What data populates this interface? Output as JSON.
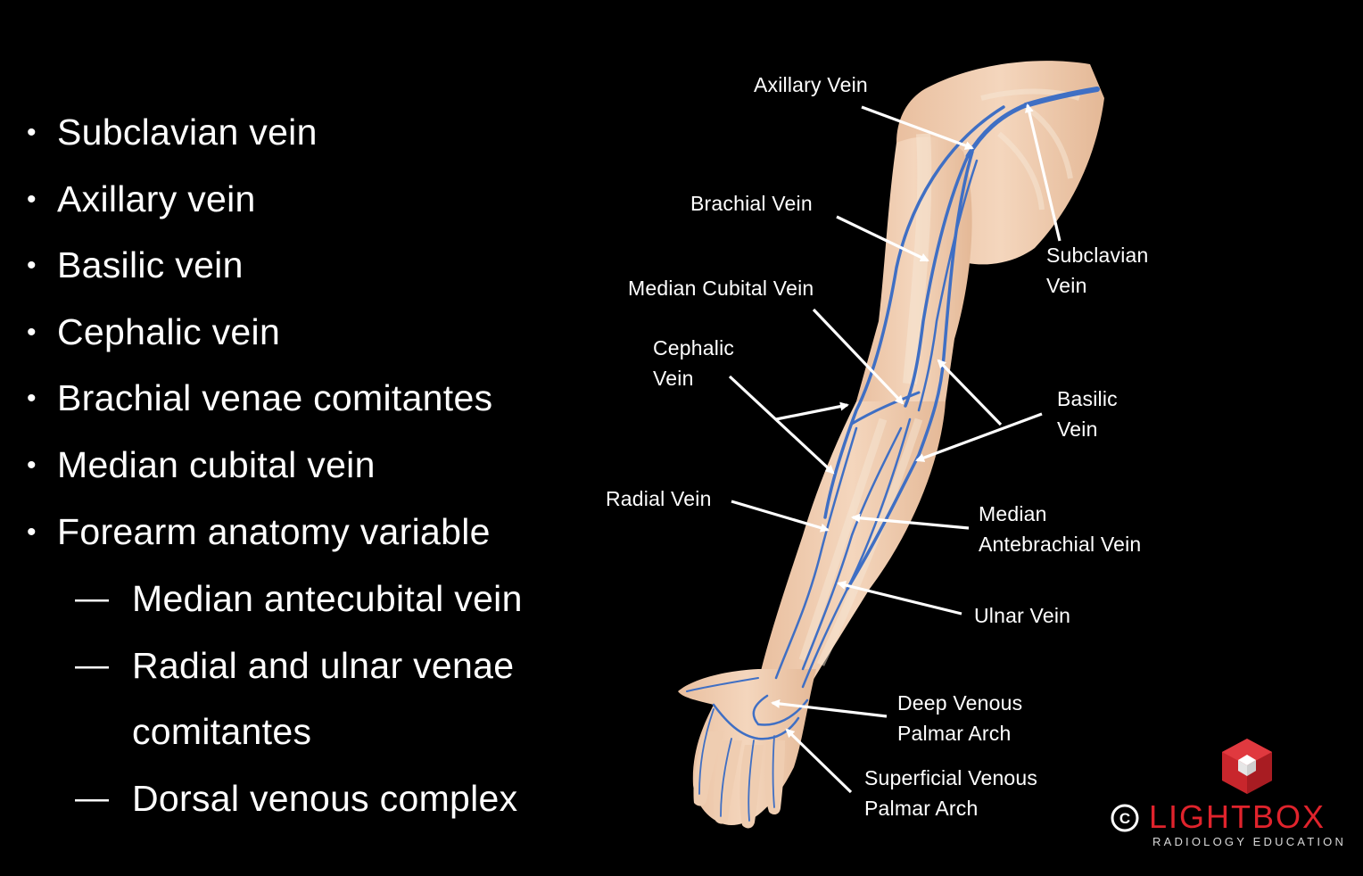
{
  "colors": {
    "background": "#000000",
    "text": "#ffffff",
    "vein": "#3f6fc4",
    "skin": "#f0cdb0",
    "brand_red": "#e0232c"
  },
  "bullets": [
    {
      "marker": "•",
      "text": "Subclavian vein"
    },
    {
      "marker": "•",
      "text": "Axillary vein"
    },
    {
      "marker": "•",
      "text": "Basilic vein"
    },
    {
      "marker": "•",
      "text": "Cephalic vein"
    },
    {
      "marker": "•",
      "text": "Brachial venae comitantes"
    },
    {
      "marker": "•",
      "text": "Median cubital vein"
    },
    {
      "marker": "•",
      "text": "Forearm anatomy variable"
    }
  ],
  "sub_bullets": [
    {
      "marker": "—",
      "text": "Median antecubital vein"
    },
    {
      "marker": "—",
      "text": "Radial and ulnar venae"
    },
    {
      "marker": "",
      "text": "comitantes"
    },
    {
      "marker": "—",
      "text": "Dorsal venous complex"
    }
  ],
  "labels": {
    "axillary": "Axillary Vein",
    "brachial": "Brachial Vein",
    "median_cubital": "Median Cubital Vein",
    "cephalic_1": "Cephalic",
    "cephalic_2": "Vein",
    "radial": "Radial Vein",
    "subclavian_1": "Subclavian",
    "subclavian_2": "Vein",
    "basilic_1": "Basilic",
    "basilic_2": "Vein",
    "median_ante_1": "Median",
    "median_ante_2": "Antebrachial Vein",
    "ulnar": "Ulnar Vein",
    "deep_arch_1": "Deep Venous",
    "deep_arch_2": "Palmar Arch",
    "superficial_arch_1": "Superficial Venous",
    "superficial_arch_2": "Palmar Arch"
  },
  "logo": {
    "copyright": "©",
    "brand": "LIGHTBOX",
    "tagline": "RADIOLOGY EDUCATION"
  }
}
